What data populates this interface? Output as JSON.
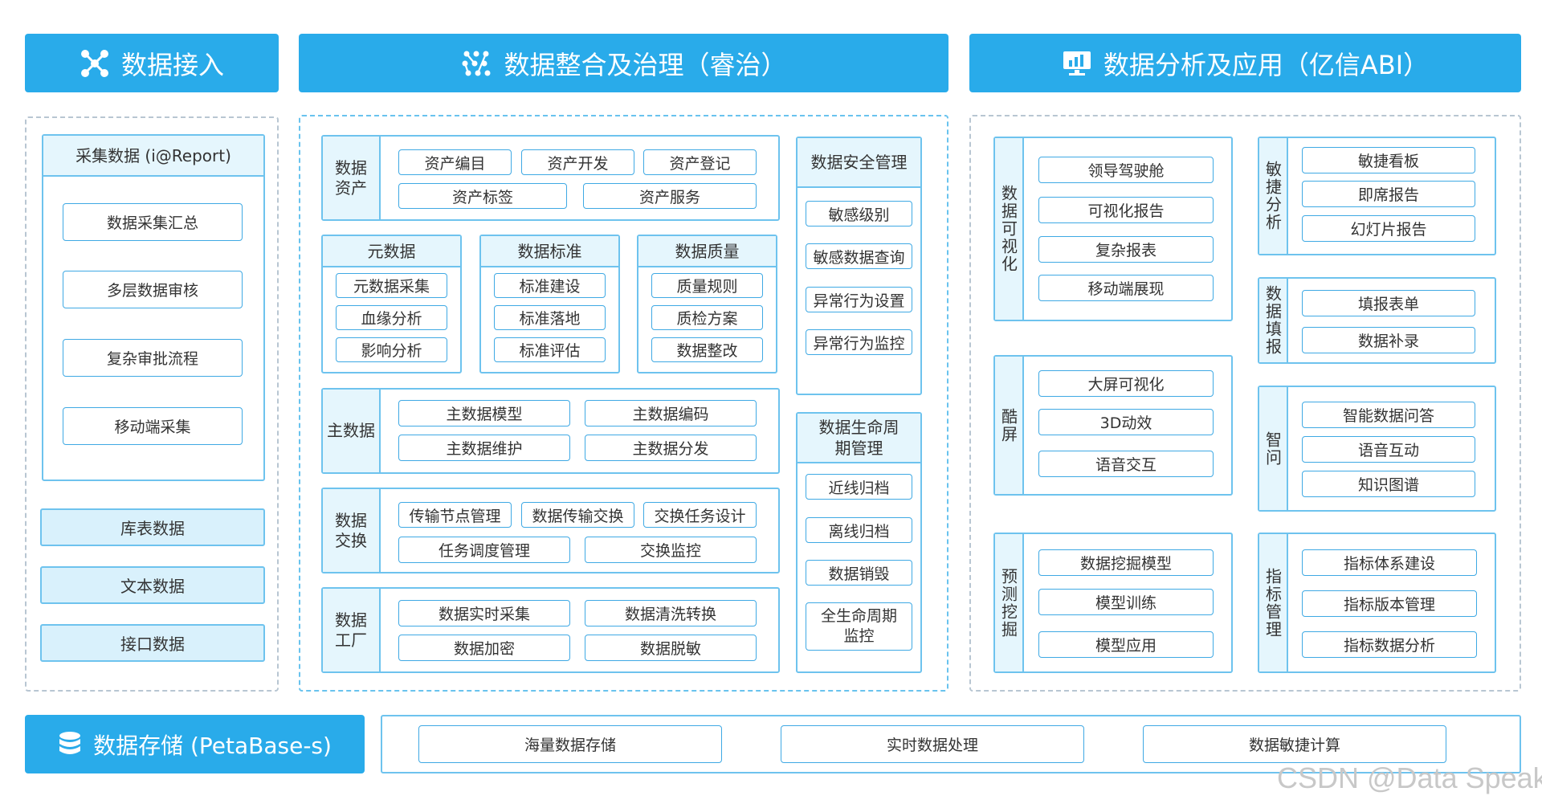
{
  "headers": {
    "ingest": "数据接入",
    "governance": "数据整合及治理（睿治）",
    "analysis": "数据分析及应用（亿信ABI）",
    "storage": "数据存储 (PetaBase-s)"
  },
  "ingest": {
    "collect_title": "采集数据 (i@Report)",
    "collect_items": [
      "数据采集汇总",
      "多层数据审核",
      "复杂审批流程",
      "移动端采集"
    ],
    "other_sources": [
      "库表数据",
      "文本数据",
      "接口数据"
    ]
  },
  "governance": {
    "asset": {
      "label": "数据资产",
      "row1": [
        "资产编目",
        "资产开发",
        "资产登记"
      ],
      "row2": [
        "资产标签",
        "资产服务"
      ]
    },
    "metadata": {
      "title": "元数据",
      "items": [
        "元数据采集",
        "血缘分析",
        "影响分析"
      ]
    },
    "standard": {
      "title": "数据标准",
      "items": [
        "标准建设",
        "标准落地",
        "标准评估"
      ]
    },
    "quality": {
      "title": "数据质量",
      "items": [
        "质量规则",
        "质检方案",
        "数据整改"
      ]
    },
    "master": {
      "label": "主数据",
      "row1": [
        "主数据模型",
        "主数据编码"
      ],
      "row2": [
        "主数据维护",
        "主数据分发"
      ]
    },
    "exchange": {
      "label": "数据交换",
      "row1": [
        "传输节点管理",
        "数据传输交换",
        "交换任务设计"
      ],
      "row2": [
        "任务调度管理",
        "交换监控"
      ]
    },
    "factory": {
      "label": "数据工厂",
      "row1": [
        "数据实时采集",
        "数据清洗转换"
      ],
      "row2": [
        "数据加密",
        "数据脱敏"
      ]
    },
    "security": {
      "title": "数据安全管理",
      "items": [
        "敏感级别",
        "敏感数据查询",
        "异常行为设置",
        "异常行为监控"
      ]
    },
    "lifecycle": {
      "title": "数据生命周期管理",
      "items": [
        "近线归档",
        "离线归档",
        "数据销毁",
        "全生命周期监控"
      ]
    }
  },
  "analysis": {
    "visual": {
      "label": "数据可视化",
      "items": [
        "领导驾驶舱",
        "可视化报告",
        "复杂报表",
        "移动端展现"
      ]
    },
    "screen": {
      "label": "酷屏",
      "items": [
        "大屏可视化",
        "3D动效",
        "语音交互"
      ]
    },
    "mining": {
      "label": "预测挖掘",
      "items": [
        "数据挖掘模型",
        "模型训练",
        "模型应用"
      ]
    },
    "agile": {
      "label": "敏捷分析",
      "items": [
        "敏捷看板",
        "即席报告",
        "幻灯片报告"
      ]
    },
    "fill": {
      "label": "数据填报",
      "items": [
        "填报表单",
        "数据补录"
      ]
    },
    "ask": {
      "label": "智问",
      "items": [
        "智能数据问答",
        "语音互动",
        "知识图谱"
      ]
    },
    "metric": {
      "label": "指标管理",
      "items": [
        "指标体系建设",
        "指标版本管理",
        "指标数据分析"
      ]
    }
  },
  "storage": {
    "items": [
      "海量数据存储",
      "实时数据处理",
      "数据敏捷计算"
    ]
  },
  "watermark": "CSDN @Data Speak",
  "colors": {
    "header_blue": "#29abea",
    "panel_border": "#6ec3ee",
    "label_fill": "#e5f6fd"
  },
  "icons": {
    "ingest": "network-nodes-icon",
    "governance": "grid-dots-icon",
    "analysis": "monitor-chart-icon",
    "storage": "database-icon"
  }
}
